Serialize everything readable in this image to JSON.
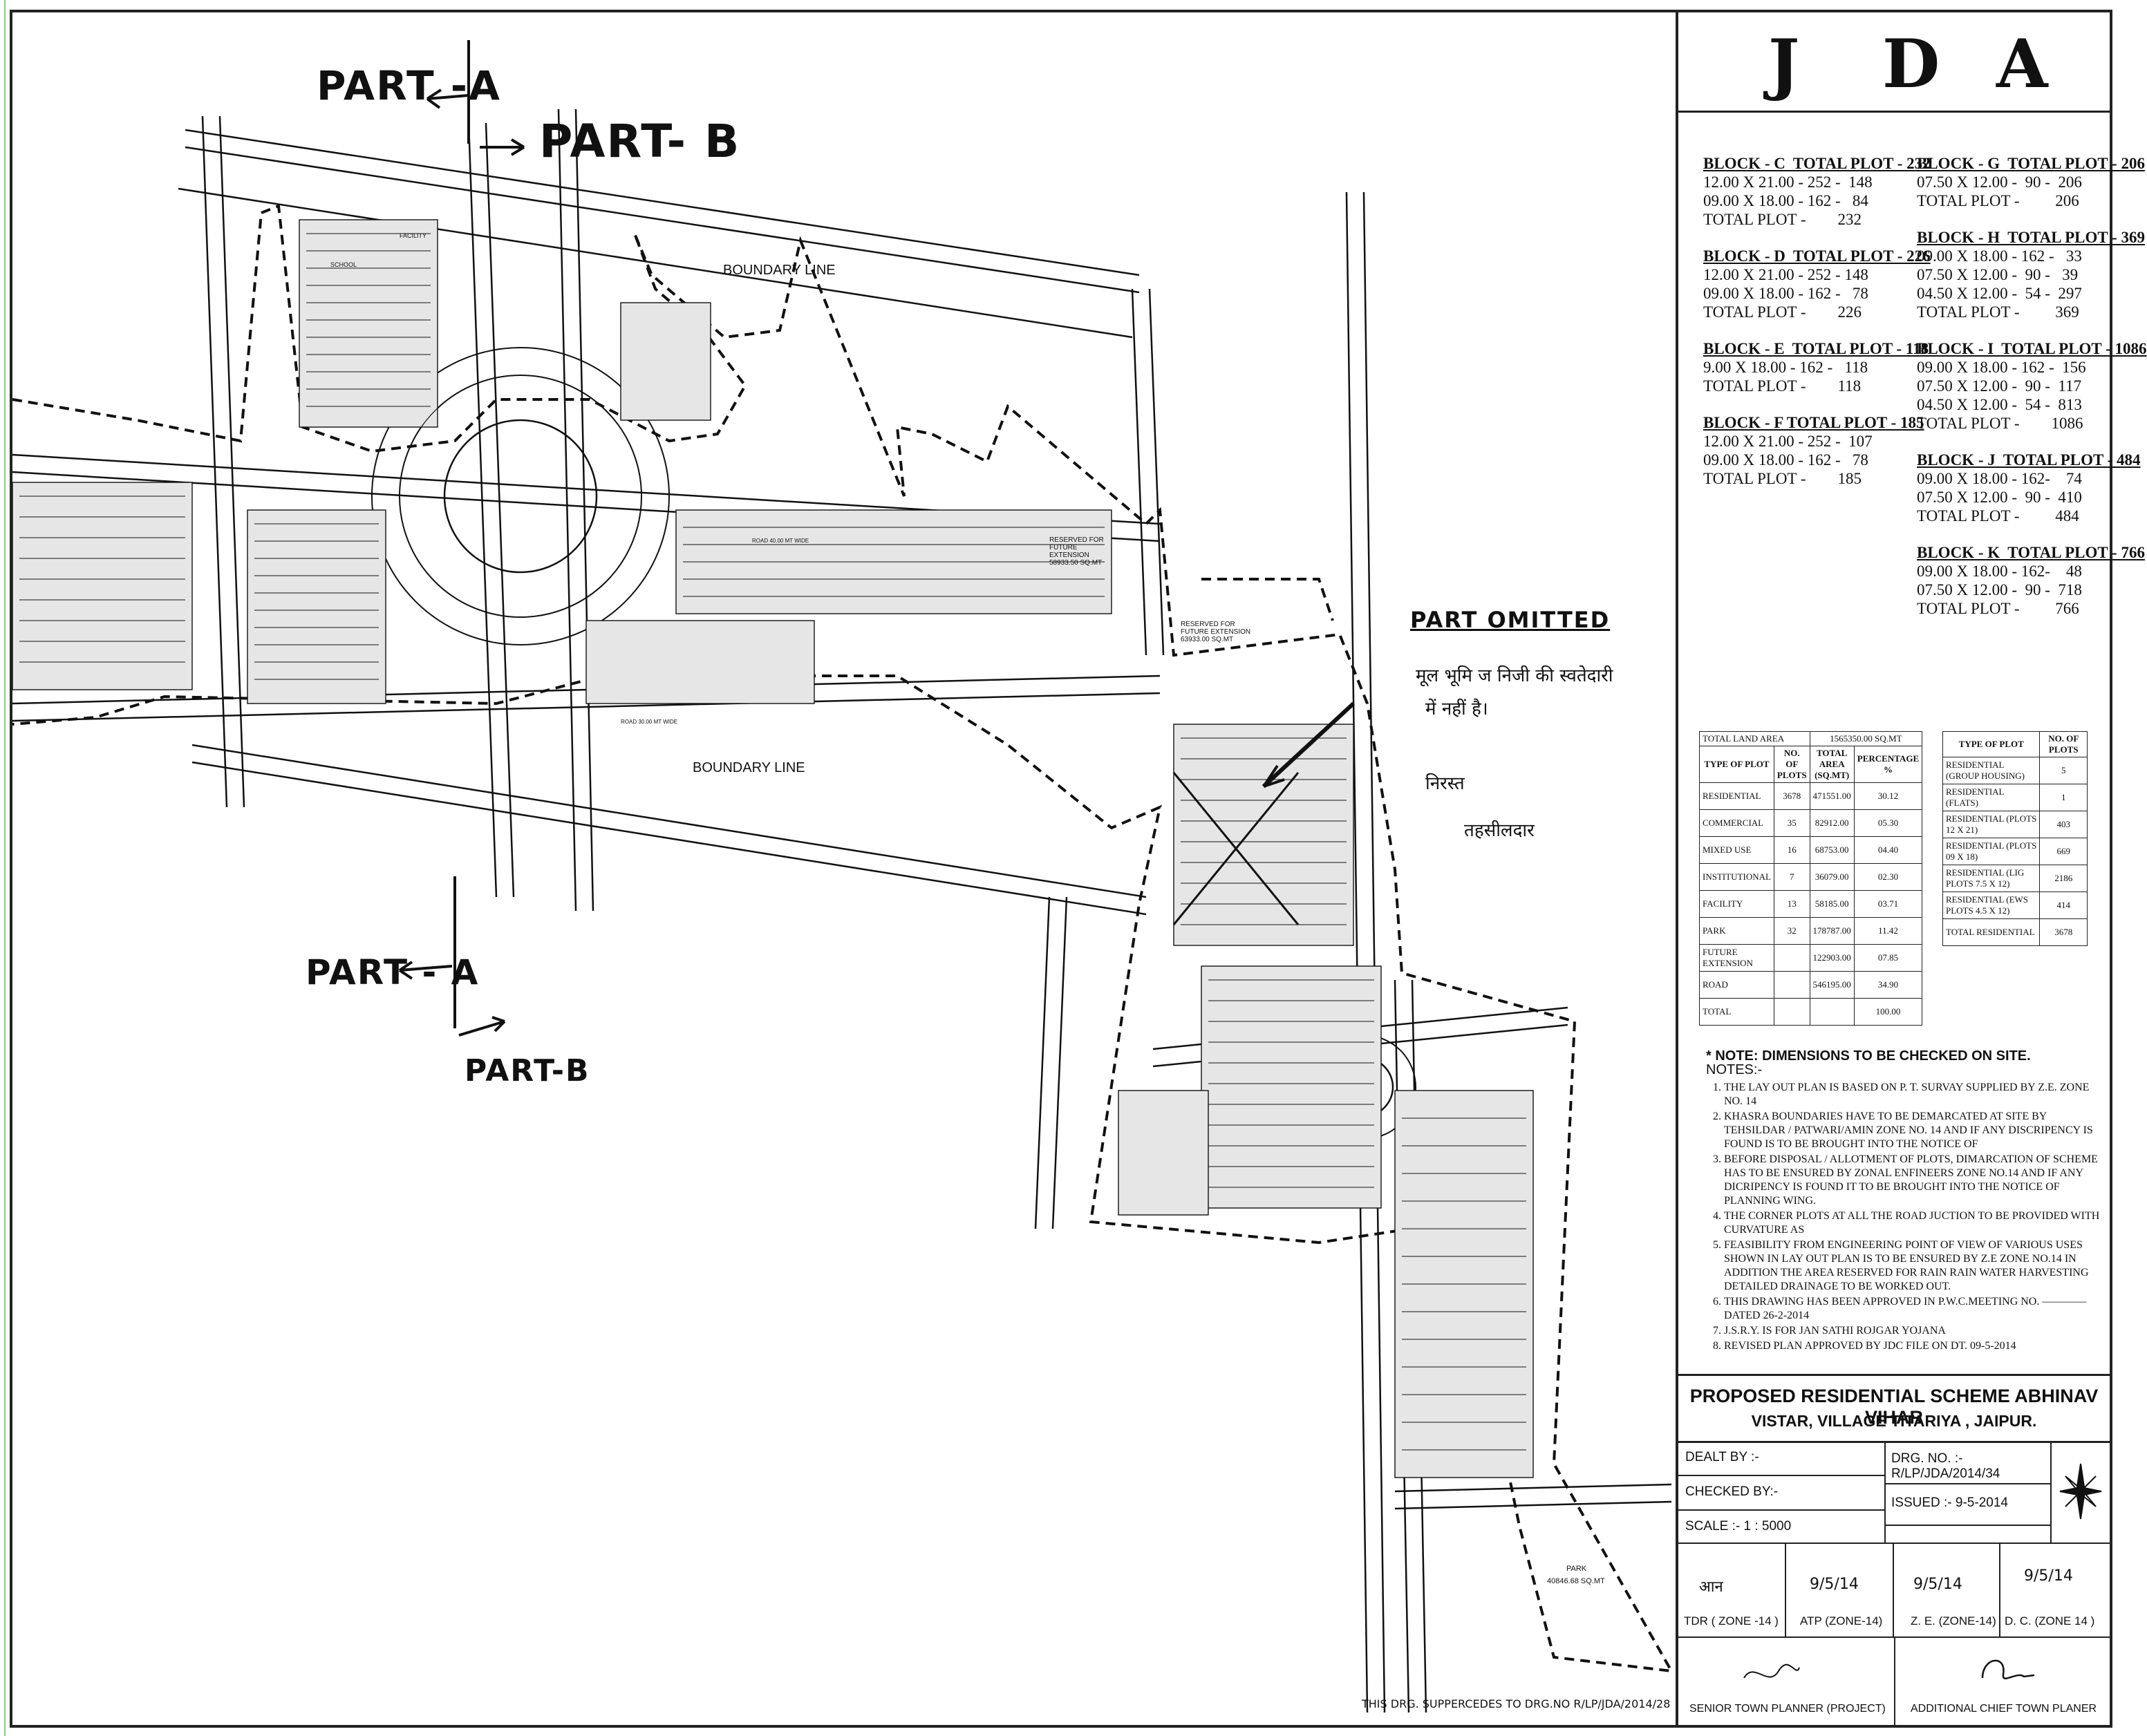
{
  "annotations": {
    "part_a_top": "PART -A",
    "part_b_top": "PART- B",
    "part_a_bottom": "PART - A",
    "part_b_bottom": "PART-B",
    "part_omitted": "PART OMITTED",
    "hindi_note_1": "मूल भूमि ज निजी की स्वतेदारी",
    "hindi_note_2": "में नहीं है।",
    "hindi_note_3": "निरस्त",
    "hindi_note_4": "तहसीलदार",
    "supersede_note": "THIS DRG. SUPPERCEDES TO DRG.NO R/LP/JDA/2014/28"
  },
  "map_labels": {
    "boundary_top": "BOUNDARY LINE",
    "boundary_bottom": "BOUNDARY LINE",
    "reserved_1": "RESERVED FOR FUTURE EXTENSION 58933.50 SQ.MT",
    "reserved_2": "RESERVED FOR FUTURE EXTENSION 63933.00 SQ.MT",
    "park_label": "PARK",
    "park_area": "40846.68 SQ.MT",
    "facility": "FACILITY",
    "school": "SCHOOL",
    "road_40": "ROAD 40.00 MT WIDE",
    "road_30": "ROAD 30.00 MT WIDE"
  },
  "title_block": {
    "logo_letters": [
      "J",
      "D",
      "A"
    ],
    "blocks_left": [
      {
        "header": "BLOCK - C  TOTAL PLOT - 232",
        "lines": [
          "12.00 X 21.00 - 252 -  148",
          "09.00 X 18.00 - 162 -   84",
          "TOTAL PLOT -        232"
        ]
      },
      {
        "header": "BLOCK - D  TOTAL PLOT - 226",
        "lines": [
          "12.00 X 21.00 - 252 - 148",
          "09.00 X 18.00 - 162 -   78",
          "TOTAL PLOT -        226"
        ]
      },
      {
        "header": "BLOCK - E  TOTAL PLOT - 118",
        "lines": [
          "9.00 X 18.00 - 162 -   118",
          "TOTAL PLOT -        118"
        ]
      },
      {
        "header": "BLOCK - F TOTAL PLOT - 185",
        "lines": [
          "12.00 X 21.00 - 252 -  107",
          "09.00 X 18.00 - 162 -   78",
          "TOTAL PLOT -        185"
        ]
      }
    ],
    "blocks_right": [
      {
        "header": "BLOCK - G  TOTAL PLOT - 206",
        "lines": [
          "07.50 X 12.00 -  90 -  206",
          "TOTAL PLOT -         206"
        ]
      },
      {
        "header": "BLOCK - H  TOTAL PLOT - 369",
        "lines": [
          "09.00 X 18.00 - 162 -   33",
          "07.50 X 12.00 -  90 -   39",
          "04.50 X 12.00 -  54 -  297",
          "TOTAL PLOT -         369"
        ]
      },
      {
        "header": "BLOCK - I  TOTAL PLOT - 1086",
        "lines": [
          "09.00 X 18.00 - 162 -  156",
          "07.50 X 12.00 -  90 -  117",
          "04.50 X 12.00 -  54 -  813",
          "TOTAL PLOT -        1086"
        ]
      },
      {
        "header": "BLOCK - J  TOTAL PLOT - 484",
        "lines": [
          "09.00 X 18.00 - 162-    74",
          "07.50 X 12.00 -  90 -  410",
          "TOTAL PLOT -         484"
        ]
      },
      {
        "header": "BLOCK - K  TOTAL PLOT - 766",
        "lines": [
          "09.00 X 18.00 - 162-    48",
          "07.50 X 12.00 -  90 -  718",
          "TOTAL PLOT -         766"
        ]
      }
    ],
    "land_table": {
      "total_land_label": "TOTAL LAND AREA",
      "total_land_value": "1565350.00 SQ.MT",
      "headers": [
        "TYPE OF PLOT",
        "NO. OF PLOTS",
        "TOTAL AREA (SQ.MT)",
        "PERCENTAGE %"
      ],
      "rows": [
        [
          "RESIDENTIAL",
          "3678",
          "471551.00",
          "30.12"
        ],
        [
          "COMMERCIAL",
          "35",
          "82912.00",
          "05.30"
        ],
        [
          "MIXED USE",
          "16",
          "68753.00",
          "04.40"
        ],
        [
          "INSTITUTIONAL",
          "7",
          "36079.00",
          "02.30"
        ],
        [
          "FACILITY",
          "13",
          "58185.00",
          "03.71"
        ],
        [
          "PARK",
          "32",
          "178787.00",
          "11.42"
        ],
        [
          "FUTURE EXTENSION",
          "",
          "122903.00",
          "07.85"
        ],
        [
          "ROAD",
          "",
          "546195.00",
          "34.90"
        ],
        [
          "TOTAL",
          "",
          "",
          "100.00"
        ]
      ]
    },
    "res_table": {
      "headers": [
        "TYPE OF PLOT",
        "NO. OF PLOTS"
      ],
      "rows": [
        [
          "RESIDENTIAL (GROUP HOUSING)",
          "5"
        ],
        [
          "RESIDENTIAL (FLATS)",
          "1"
        ],
        [
          "RESIDENTIAL (PLOTS 12 X 21)",
          "403"
        ],
        [
          "RESIDENTIAL (PLOTS 09 X 18)",
          "669"
        ],
        [
          "RESIDENTIAL (LIG PLOTS 7.5 X 12)",
          "2186"
        ],
        [
          "RESIDENTIAL (EWS PLOTS 4.5 X 12)",
          "414"
        ],
        [
          "TOTAL RESIDENTIAL",
          "3678"
        ]
      ]
    },
    "notes": {
      "check_note": "* NOTE: DIMENSIONS TO BE CHECKED ON SITE.",
      "notes_title": "NOTES:-",
      "items": [
        "THE LAY OUT PLAN IS BASED ON  P. T. SURVAY SUPPLIED BY Z.E. ZONE NO. 14",
        "KHASRA  BOUNDARIES HAVE TO BE DEMARCATED AT SITE BY TEHSILDAR / PATWARI/AMIN ZONE NO. 14 AND IF ANY DISCRIPENCY IS FOUND IS TO BE BROUGHT INTO THE NOTICE OF",
        "BEFORE DISPOSAL / ALLOTMENT OF PLOTS, DIMARCATION OF SCHEME HAS TO BE ENSURED BY ZONAL ENFINEERS ZONE NO.14  AND IF ANY DICRIPENCY IS FOUND IT TO BE BROUGHT INTO THE NOTICE OF PLANNING WING.",
        "THE CORNER PLOTS AT ALL  THE ROAD JUCTION TO BE PROVIDED WITH CURVATURE AS",
        "FEASIBILITY FROM ENGINEERING POINT OF VIEW OF VARIOUS USES SHOWN IN LAY OUT PLAN IS TO BE ENSURED BY Z.E ZONE NO.14  IN ADDITION THE AREA RESERVED FOR RAIN  RAIN WATER HARVESTING DETAILED DRAINAGE TO BE WORKED OUT.",
        "THIS DRAWING HAS BEEN APPROVED IN P.W.C.MEETING NO. ———— DATED 26-2-2014",
        "J.S.R.Y. IS FOR JAN SATHI ROJGAR  YOJANA",
        "REVISED PLAN APPROVED BY JDC  FILE ON DT. 09-5-2014"
      ]
    },
    "project_title_1": "PROPOSED RESIDENTIAL SCHEME ABHINAV VIHAR",
    "project_title_2": "VISTAR, VILLAGE TITARIYA , JAIPUR.",
    "dealt_by": "DEALT BY :-",
    "checked_by": "CHECKED BY:-",
    "scale": "SCALE :- 1 : 5000",
    "drg_no": "DRG. NO. :- R/LP/JDA/2014/34",
    "issued": "ISSUED :-  9-5-2014",
    "signatories": [
      "TDR ( ZONE -14 )",
      "ATP (ZONE-14)",
      "Z. E. (ZONE-14)",
      "D. C. (ZONE 14 )"
    ],
    "sig_marks": [
      "आन",
      "9/5/14",
      "9/5/14",
      "9/5/14"
    ],
    "senior_planner": "SENIOR TOWN PLANNER (PROJECT)",
    "chief_planner": "ADDITIONAL CHIEF TOWN PLANER"
  },
  "colors": {
    "ink": "#111111",
    "paper": "#ffffff",
    "edge": "#7bd27b"
  }
}
